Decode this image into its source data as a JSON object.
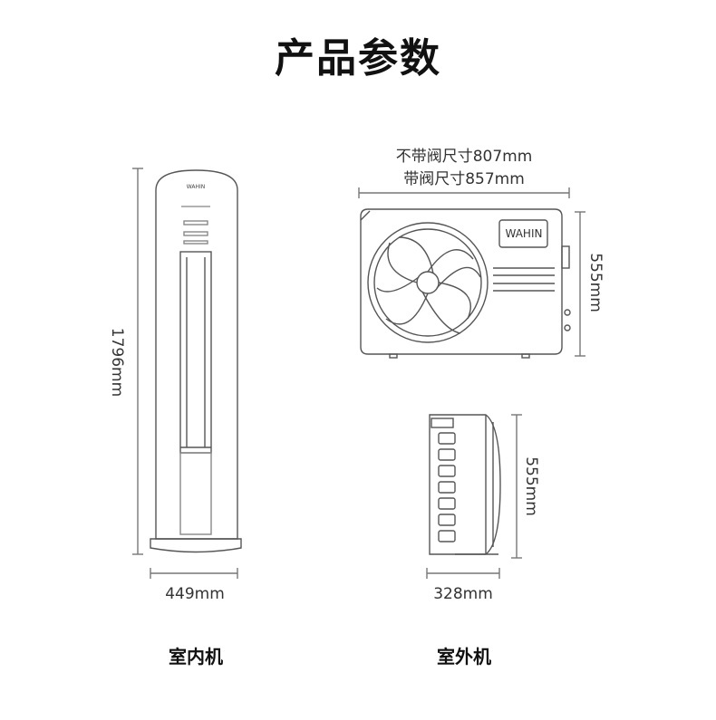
{
  "title": "产品参数",
  "indoor": {
    "brand": "WAHIN",
    "height_label": "1796mm",
    "width_label": "449mm",
    "name": "室内机"
  },
  "outdoor": {
    "brand": "WAHIN",
    "width_without_valve": "不带阀尺寸807mm",
    "width_with_valve": "带阀尺寸857mm",
    "front_height_label": "555mm",
    "side_height_label": "555mm",
    "depth_label": "328mm",
    "name": "室外机"
  }
}
